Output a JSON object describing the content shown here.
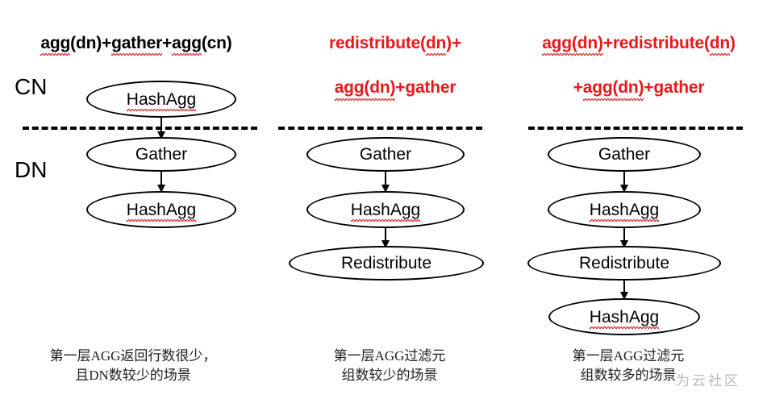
{
  "diagram": {
    "title_col1": "agg(dn)+gather+agg(cn)",
    "title_col2": "redistribute(dn)+\nagg(dn)+gather",
    "title_col3": "agg(dn)+redistribute(dn)\n+agg(dn)+gather",
    "side_labels": {
      "cn": "CN",
      "dn": "DN"
    },
    "colors": {
      "title_black": "#000000",
      "title_red": "#e8181b",
      "node_stroke": "#000000",
      "spellcheck_underline": "#e0282a",
      "watermark": "#b9b9b9"
    },
    "columns": [
      {
        "name": "agg-gather-agg",
        "title": "agg(dn)+gather+agg(cn)",
        "title_color": "#000000",
        "nodes": [
          {
            "label": "HashAgg",
            "zone": "CN"
          },
          {
            "label": "Gather",
            "zone": "DN"
          },
          {
            "label": "HashAgg",
            "zone": "DN"
          }
        ],
        "caption": "第一层AGG返回行数很少，\n且DN数较少的场景"
      },
      {
        "name": "redistribute-agg-gather",
        "title": "redistribute(dn)+\nagg(dn)+gather",
        "title_color": "#e8181b",
        "nodes": [
          {
            "label": "Gather",
            "zone": "DN"
          },
          {
            "label": "HashAgg",
            "zone": "DN"
          },
          {
            "label": "Redistribute",
            "zone": "DN"
          }
        ],
        "caption": "第一层AGG过滤元\n组数较少的场景"
      },
      {
        "name": "agg-redistribute-agg-gather",
        "title": "agg(dn)+redistribute(dn)\n+agg(dn)+gather",
        "title_color": "#e8181b",
        "nodes": [
          {
            "label": "Gather",
            "zone": "DN"
          },
          {
            "label": "HashAgg",
            "zone": "DN"
          },
          {
            "label": "Redistribute",
            "zone": "DN"
          },
          {
            "label": "HashAgg",
            "zone": "DN"
          }
        ],
        "caption": "第一层AGG过滤元\n组数较多的场景"
      }
    ],
    "watermark": "为云社区"
  }
}
